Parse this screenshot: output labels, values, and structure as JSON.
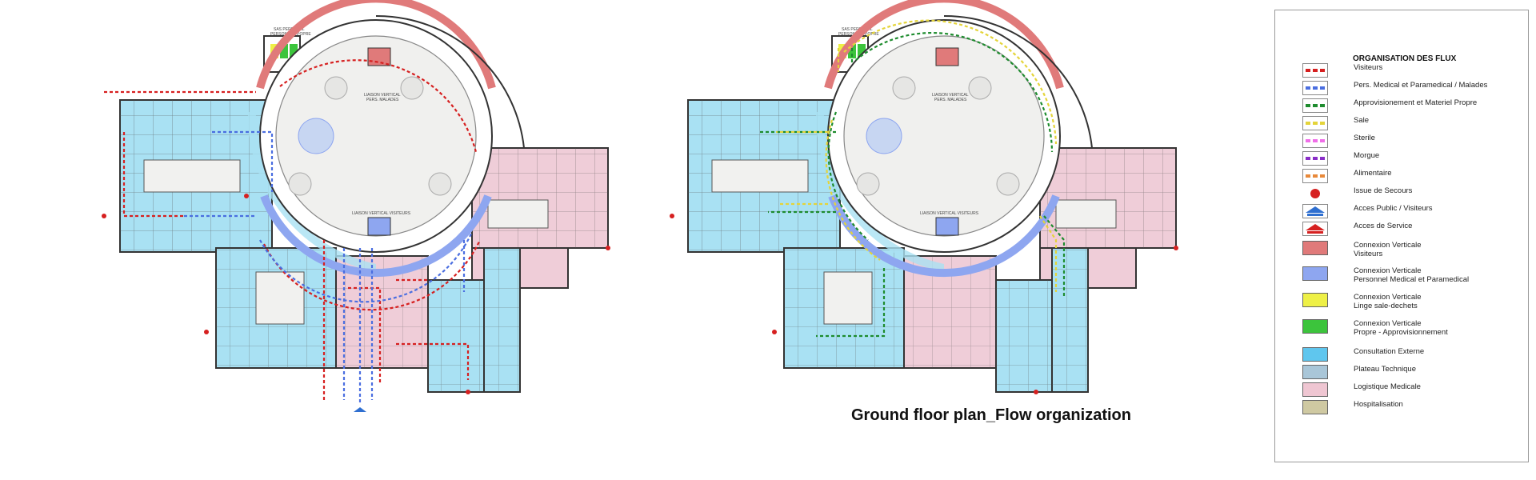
{
  "caption": "Ground floor plan_Flow organization",
  "plan_labels": {
    "left": {
      "sas": "SAS PERSONAL",
      "sas_sub": "PERSONAL E POPRE",
      "liaison_top": "LIAISON VERTICAL",
      "liaison_top_sub": "PERS. MALADES",
      "liaison_bottom": "LIAISON VERTICAL VISITEURS"
    },
    "right": {
      "sas": "SAS PERSONAL",
      "sas_sub": "PERSONAL E POPRE",
      "liaison_top": "LIAISON VERTICAL",
      "liaison_top_sub": "PERS. MALADES",
      "liaison_bottom": "LIAISON VERTICAL VISITEURS"
    }
  },
  "legend": {
    "title": "ORGANISATION  DES FLUX",
    "items": [
      {
        "label": "Visiteurs",
        "kind": "dash",
        "color": "#d62020",
        "icon": "red-dash-swatch"
      },
      {
        "label": "Pers. Medical et Paramedical / Malades",
        "kind": "dash",
        "color": "#4a6ee0",
        "icon": "blue-dash-swatch"
      },
      {
        "label": "Approvisionement et Materiel Propre",
        "kind": "dash",
        "color": "#1e8c2e",
        "icon": "green-dash-swatch"
      },
      {
        "label": "Sale",
        "kind": "dash",
        "color": "#e4d43a",
        "icon": "yellow-dash-swatch"
      },
      {
        "label": "Sterile",
        "kind": "dash",
        "color": "#f06ee8",
        "icon": "pink-dash-swatch"
      },
      {
        "label": "Morgue",
        "kind": "dash",
        "color": "#8a2ec8",
        "icon": "purple-dash-swatch"
      },
      {
        "label": "Alimentaire",
        "kind": "dash",
        "color": "#e8893a",
        "icon": "orange-dash-swatch"
      },
      {
        "label": "Issue de Secours",
        "kind": "dot",
        "color": "#d62020",
        "icon": "emergency-exit-icon"
      },
      {
        "label": "Acces Public / Visiteurs",
        "kind": "arrow",
        "color": "#2f6fd0",
        "icon": "public-access-icon"
      },
      {
        "label": "Acces de Service",
        "kind": "arrow",
        "color": "#d62020",
        "icon": "service-access-icon"
      },
      {
        "label": "Connexion Verticale\nVisiteurs",
        "kind": "fill",
        "color": "#e07a7a",
        "icon": "vertical-visitors-swatch"
      },
      {
        "label": "Connexion Verticale\nPersonnel Medical et Paramedical",
        "kind": "fill",
        "color": "#8ea6f0",
        "icon": "vertical-medical-swatch"
      },
      {
        "label": "Connexion Verticale\nLinge sale-dechets",
        "kind": "fill",
        "color": "#eef046",
        "icon": "vertical-linen-swatch"
      },
      {
        "label": "Connexion Verticale\nPropre - Approvisionnement",
        "kind": "fill",
        "color": "#3cc43c",
        "icon": "vertical-supply-swatch"
      },
      {
        "label": "Consultation Externe",
        "kind": "fill",
        "color": "#5fc6ee",
        "icon": "consultation-swatch"
      },
      {
        "label": "Plateau Technique",
        "kind": "fill",
        "color": "#a9c6d8",
        "icon": "technical-swatch"
      },
      {
        "label": "Logistique Medicale",
        "kind": "fill",
        "color": "#efc6d2",
        "icon": "logistics-swatch"
      },
      {
        "label": "Hospitalisation",
        "kind": "fill",
        "color": "#cfc9a2",
        "icon": "hospitalisation-swatch"
      }
    ]
  },
  "colors": {
    "consult": "#a9e1f3",
    "logistics": "#efcdd8",
    "wall": "#3a3a3a",
    "courtyard": "#f0f0ee",
    "fountain": "#c7d6f2"
  }
}
